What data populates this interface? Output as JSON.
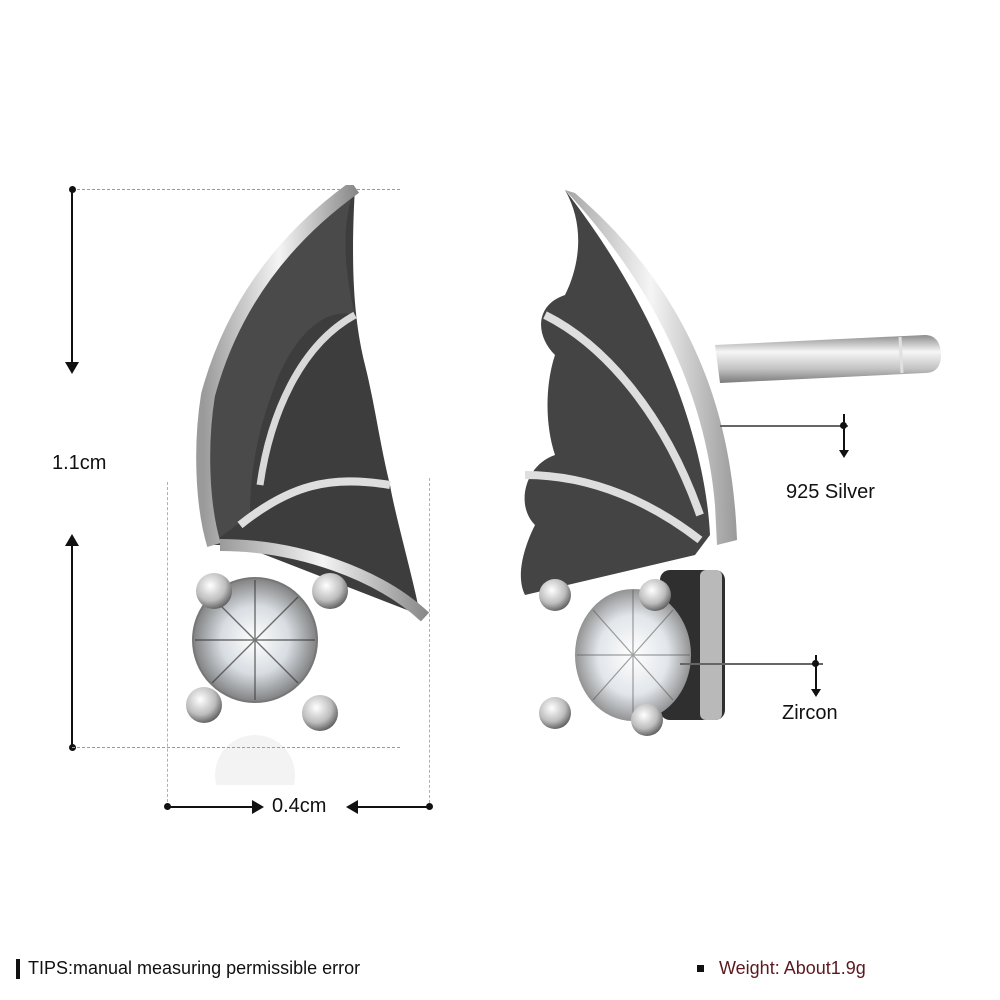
{
  "dimensions": {
    "height_label": "1.1cm",
    "width_label": "0.4cm"
  },
  "callouts": {
    "material": "925 Silver",
    "stone": "Zircon"
  },
  "footer": {
    "tips": "TIPS:manual measuring permissible error",
    "weight": "Weight: About1.9g"
  },
  "colors": {
    "text": "#111111",
    "weight_text": "#5a1a1f",
    "guide_dash": "#9a9a9a",
    "silver_light": "#e8e8e8",
    "oxidized_dark": "#3a3a3a"
  },
  "product": {
    "items": [
      {
        "name": "front view bat-wing stud earring with round zircon"
      },
      {
        "name": "side view bat-wing stud earring with post"
      }
    ]
  }
}
